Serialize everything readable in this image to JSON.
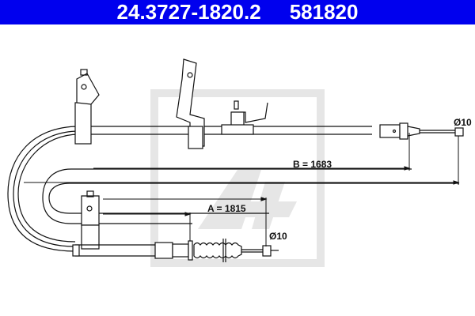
{
  "header": {
    "part_number": "24.3727-1820.2",
    "ref_number": "581820",
    "background_color": "#0000EE",
    "text_color": "#FFFFFF"
  },
  "drawing": {
    "dimension_b": "B = 1683",
    "dimension_a": "A = 1815",
    "diameter_top": "Ø10",
    "diameter_bottom": "Ø10",
    "watermark": "ate-logo",
    "line_color": "#111111",
    "watermark_color": "#E4E4E4"
  }
}
